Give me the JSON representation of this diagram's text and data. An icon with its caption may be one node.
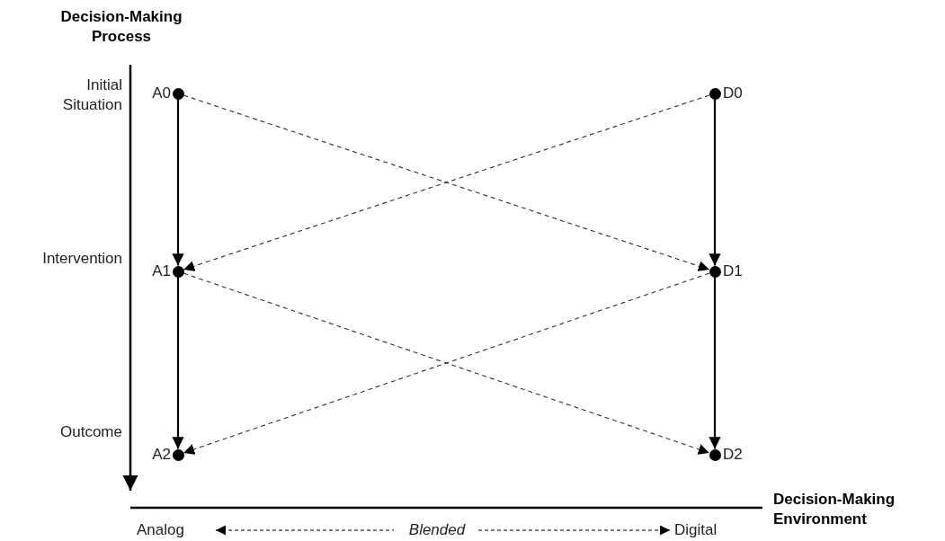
{
  "diagram": {
    "nodes": [
      {
        "text": [],
        "shape": "circle",
        "beside": [
          "A0"
        ]
      },
      {
        "text": [],
        "shape": "circle",
        "beside": [
          "A1"
        ]
      },
      {
        "text": [],
        "shape": "circle",
        "beside": [
          "A2"
        ]
      },
      {
        "text": [],
        "shape": "circle",
        "beside": [
          "D0"
        ]
      },
      {
        "text": [],
        "shape": "circle",
        "beside": [
          "D1"
        ]
      },
      {
        "text": [],
        "shape": "circle",
        "beside": [
          "D2"
        ]
      }
    ],
    "edges": [
      {
        "from": 0,
        "to": 1,
        "arrow": "to"
      },
      {
        "from": 1,
        "to": 2,
        "arrow": "to"
      },
      {
        "from": 3,
        "to": 4,
        "arrow": "to"
      },
      {
        "from": 4,
        "to": 5,
        "arrow": "to"
      },
      {
        "from": 0,
        "to": 4,
        "arrow": "to",
        "style": "dashed"
      },
      {
        "from": 3,
        "to": 1,
        "arrow": "to",
        "style": "dashed"
      },
      {
        "from": 1,
        "to": 5,
        "arrow": "to",
        "style": "dashed"
      },
      {
        "from": 4,
        "to": 2,
        "arrow": "to",
        "style": "dashed"
      }
    ],
    "labels": [
      "Decision-Making Process",
      "Initial Situation",
      "Intervention",
      "Outcome",
      "Decision-Making Environment",
      "Analog",
      "Blended",
      "Digital"
    ]
  }
}
